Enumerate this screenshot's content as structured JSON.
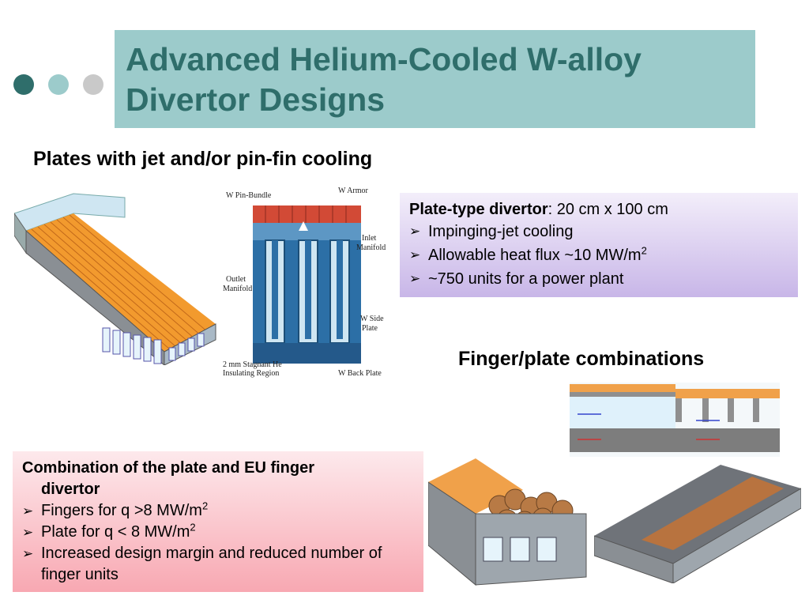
{
  "title": "Advanced Helium-Cooled W-alloy Divertor Designs",
  "colors": {
    "title_bg": "#9ccbcb",
    "title_text": "#2f6e6b",
    "dot1": "#2f6e6b",
    "dot2": "#9ccbcb",
    "dot3": "#c9c9c9"
  },
  "section_plates": "Plates with jet and/or pin-fin cooling",
  "section_finger": "Finger/plate combinations",
  "plate_box": {
    "lead_bold": "Plate-type divertor",
    "lead_rest": ": 20 cm x 100 cm",
    "items": [
      "Impinging-jet cooling",
      "Allowable heat flux ~10 MW/m",
      "~750 units for a power plant"
    ],
    "sup": "2"
  },
  "combo_box": {
    "lead_line1": "Combination of the plate and EU finger",
    "lead_line2": "divertor",
    "items": [
      "Fingers for q >8 MW/m",
      "Plate for q < 8 MW/m",
      "Increased design margin and reduced number of finger units"
    ],
    "sup": "2"
  },
  "diagram_labels": {
    "pin_bundle": "W Pin-Bundle",
    "armor": "W Armor",
    "inlet1": "Inlet",
    "inlet2": "Manifold",
    "outlet1": "Outlet",
    "outlet2": "Manifold",
    "side1": "W Side",
    "side2": "Plate",
    "stagnant1": "2 mm Stagnant He",
    "stagnant2": "Insulating Region",
    "back": "W Back Plate"
  },
  "bullet_glyph": "➢"
}
